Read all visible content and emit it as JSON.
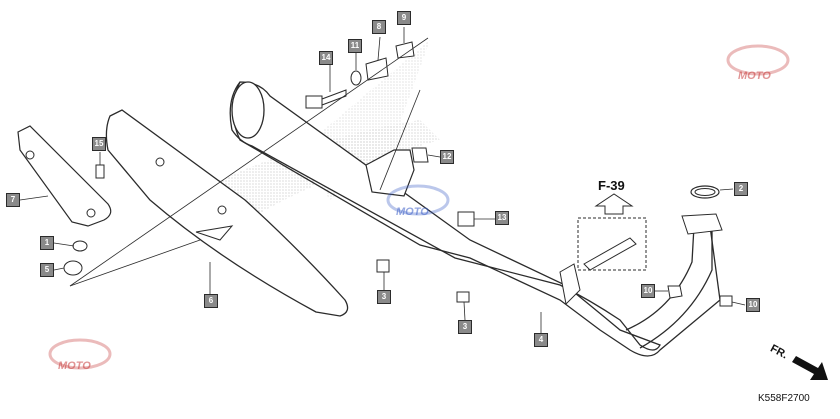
{
  "diagram": {
    "callouts": [
      {
        "id": "c1",
        "label": "1"
      },
      {
        "id": "c2",
        "label": "2"
      },
      {
        "id": "c3a",
        "label": "3"
      },
      {
        "id": "c3b",
        "label": "3"
      },
      {
        "id": "c4",
        "label": "4"
      },
      {
        "id": "c5",
        "label": "5"
      },
      {
        "id": "c6",
        "label": "6"
      },
      {
        "id": "c7",
        "label": "7"
      },
      {
        "id": "c8",
        "label": "8"
      },
      {
        "id": "c9",
        "label": "9"
      },
      {
        "id": "c10a",
        "label": "10"
      },
      {
        "id": "c10b",
        "label": "10"
      },
      {
        "id": "c11",
        "label": "11"
      },
      {
        "id": "c12",
        "label": "12"
      },
      {
        "id": "c13",
        "label": "13"
      },
      {
        "id": "c14",
        "label": "14"
      },
      {
        "id": "c15",
        "label": "15"
      }
    ],
    "reference": "F-39",
    "direction": "FR.",
    "diagram_code": "K558F2700",
    "watermark": "MOTO"
  },
  "colors": {
    "line": "#2b2b2b",
    "callout_fill": "#8a8a8a",
    "watermark": "#c73b3b"
  }
}
